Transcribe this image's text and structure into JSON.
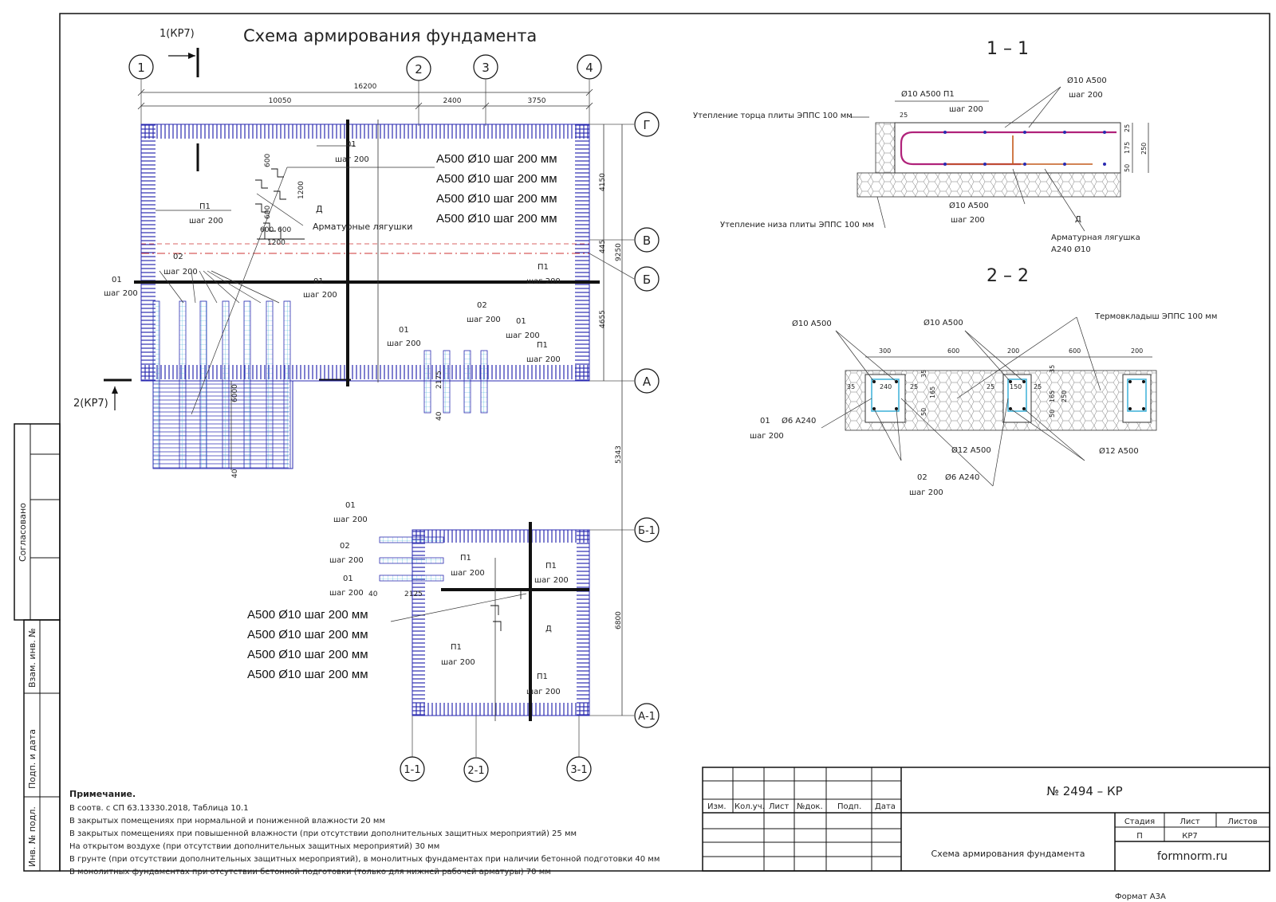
{
  "title": "Схема армирования фундамента",
  "cut_marks": {
    "cut1": "1(КР7)",
    "cut2": "2(КР7)"
  },
  "axes": {
    "top": [
      "1",
      "2",
      "3",
      "4"
    ],
    "right": [
      "Г",
      "В",
      "Б",
      "А",
      "Б-1",
      "А-1"
    ],
    "bottom": [
      "1-1",
      "2-1",
      "3-1"
    ]
  },
  "dims": {
    "total": "16200",
    "d1": "10050",
    "d2": "2400",
    "d3": "3750",
    "r1": "4150",
    "r2": "445",
    "r3": "9250",
    "r4": "4655",
    "r5": "5343",
    "r6": "6800",
    "ld1": "600",
    "ld2": "1200",
    "ld3": "600",
    "ld4": "600",
    "ld5": "600",
    "ld6": "1200",
    "v6000": "6000",
    "v40a": "40",
    "v2175": "2175",
    "v40b": "40",
    "v2125": "2125",
    "v40c": "40"
  },
  "plan_labels": {
    "p1": "П1",
    "shag": "шаг 200",
    "o1": "01",
    "o2": "02",
    "d": "Д",
    "frogs": "Арматурные лягушки"
  },
  "rebar_notes": [
    "А500 Ø10 шаг 200 мм",
    "А500 Ø10 шаг 200 мм",
    "А500 Ø10 шаг 200 мм",
    "А500 Ø10 шаг 200 мм"
  ],
  "section11": {
    "title": "1 – 1",
    "top_left": "Ø10 А500  П1",
    "top_right": "Ø10 А500",
    "shag": "шаг 200",
    "insul_edge": "Утепление торца плиты ЭППС 100 мм",
    "insul_bottom": "Утепление низа плиты ЭППС 100 мм",
    "bottom_bar": "Ø10 А500",
    "d": "Д",
    "frog": "Арматурная лягушка",
    "frog2": "А240 Ø10",
    "dim25": "25",
    "dim175": "175",
    "dim250": "250",
    "dim50": "50",
    "dim25b": "25"
  },
  "section22": {
    "title": "2 – 2",
    "l1": "Ø10 А500",
    "l2": "Ø10 А500",
    "l3": "Термовкладыш ЭППС 100 мм",
    "o1": "01",
    "o1b": "Ø6 А240",
    "shag": "шаг 200",
    "b1": "Ø12 А500",
    "b2": "Ø12 А500",
    "o2": "02",
    "o2b": "Ø6 А240",
    "shag2": "шаг 200",
    "d300": "300",
    "d600": "600",
    "d200": "200",
    "d600b": "600",
    "d200b": "200",
    "d35": "35",
    "d240": "240",
    "d25": "25",
    "d165": "165",
    "d50": "50",
    "d35b": "35",
    "d150": "150",
    "d25b": "25",
    "d25c": "25",
    "d165b": "165",
    "d250": "250",
    "d50b": "50",
    "d35c": "35"
  },
  "notes": {
    "heading": "Примечание.",
    "lines": [
      "В соотв. с СП 63.13330.2018, Таблица 10.1",
      "В закрытых помещениях при нормальной и пониженной влажности 20 мм",
      "В закрытых помещениях при повышенной влажности (при отсутствии дополнительных защитных мероприятий) 25 мм",
      "На открытом воздухе (при отсутствии дополнительных защитных мероприятий) 30 мм",
      "В грунте (при отсутствии дополнительных защитных мероприятий), в монолитных фундаментах при наличии бетонной подготовки 40 мм",
      "В монолитных фундаментах при отсутствии бетонной подготовки (только для нижней рабочей арматуры) 70 мм"
    ]
  },
  "stamp": {
    "cols": [
      "Изм.",
      "Кол.уч.",
      "Лист",
      "№док.",
      "Подп.",
      "Дата"
    ],
    "doc_no": "№ 2494 – КР",
    "sheet_title": "Схема армирования фундамента",
    "stage_h": "Стадия",
    "list_h": "Лист",
    "lists_h": "Листов",
    "stage": "П",
    "list": "КР7",
    "site": "formnorm.ru"
  },
  "side": {
    "agreed": "Согласовано",
    "inv_repl": "Взам. инв. №",
    "sign_date": "Подп. и дата",
    "inv_orig": "Инв. № подл."
  },
  "format": "Формат А3А"
}
